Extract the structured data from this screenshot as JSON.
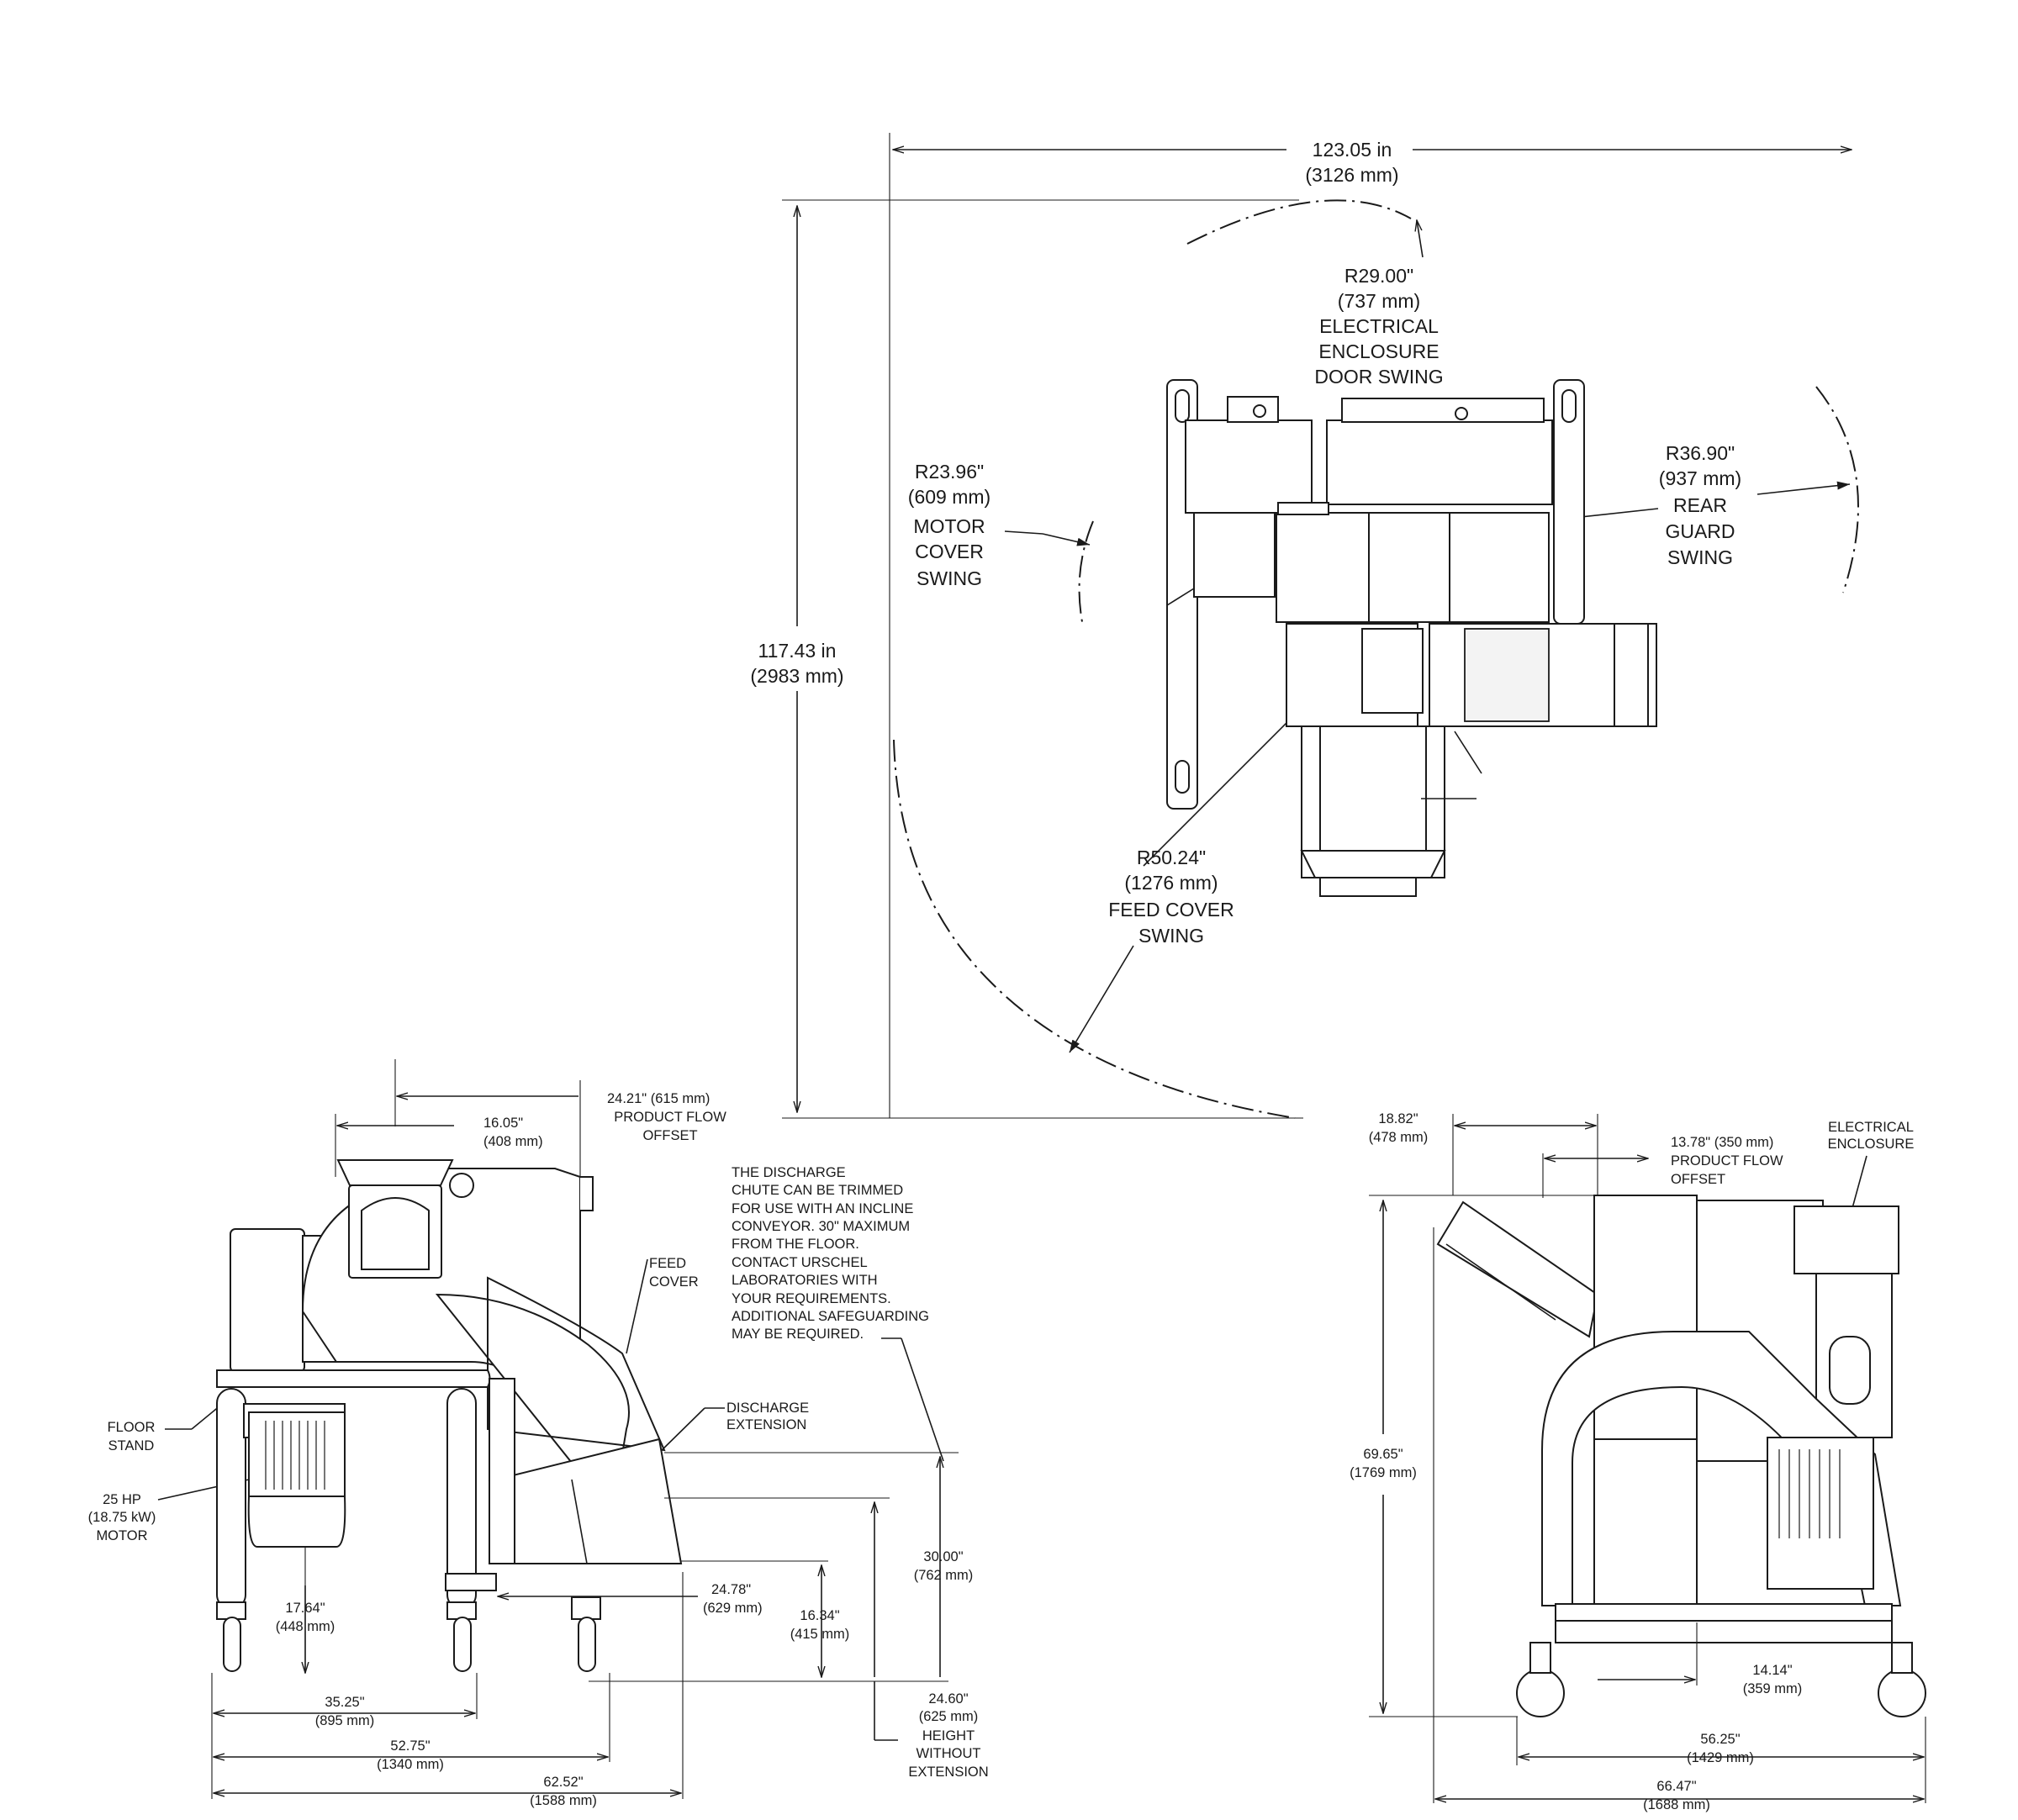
{
  "top_view": {
    "overall_width": [
      "123.05 in",
      "(3126 mm)"
    ],
    "overall_depth": [
      "117.43 in",
      "(2983 mm)"
    ],
    "electrical_door_swing": [
      "R29.00\"",
      "(737 mm)",
      "ELECTRICAL",
      "ENCLOSURE",
      "DOOR SWING"
    ],
    "motor_cover_swing": [
      "R23.96\"",
      "(609 mm)",
      "MOTOR",
      "COVER",
      "SWING"
    ],
    "rear_guard_swing": [
      "R36.90\"",
      "(937 mm)",
      "REAR",
      "GUARD",
      "SWING"
    ],
    "feed_cover_swing": [
      "R50.24\"",
      "(1276 mm)",
      "FEED COVER",
      "SWING"
    ]
  },
  "side_view": {
    "product_flow_offset": [
      "24.21\" (615 mm)",
      "PRODUCT FLOW",
      "OFFSET"
    ],
    "hopper_offset": [
      "16.05\"",
      "(408 mm)"
    ],
    "discharge_note": [
      "THE DISCHARGE",
      "CHUTE CAN BE TRIMMED",
      "FOR USE WITH AN INCLINE",
      "CONVEYOR. 30\" MAXIMUM",
      "FROM THE FLOOR.",
      "CONTACT URSCHEL",
      "LABORATORIES WITH",
      "YOUR REQUIREMENTS.",
      "ADDITIONAL SAFEGUARDING",
      "MAY BE REQUIRED."
    ],
    "feed_cover": [
      "FEED",
      "COVER"
    ],
    "discharge_extension": [
      "DISCHARGE",
      "EXTENSION"
    ],
    "floor_stand": [
      "FLOOR",
      "STAND"
    ],
    "motor": [
      "25 HP",
      "(18.75 kW)",
      "MOTOR"
    ],
    "dim_17_64": [
      "17.64\"",
      "(448 mm)"
    ],
    "dim_24_78": [
      "24.78\"",
      "(629 mm)"
    ],
    "dim_16_34": [
      "16.34\"",
      "(415 mm)"
    ],
    "dim_30_00": [
      "30.00\"",
      "(762 mm)"
    ],
    "dim_24_60": [
      "24.60\"",
      "(625 mm)",
      "HEIGHT",
      "WITHOUT",
      "EXTENSION"
    ],
    "dim_35_25": [
      "35.25\"",
      "(895 mm)"
    ],
    "dim_52_75": [
      "52.75\"",
      "(1340 mm)"
    ],
    "dim_62_52": [
      "62.52\"",
      "(1588 mm)"
    ]
  },
  "end_view": {
    "dim_18_82": [
      "18.82\"",
      "(478 mm)"
    ],
    "product_flow_offset": [
      "13.78\" (350 mm)",
      "PRODUCT FLOW",
      "OFFSET"
    ],
    "electrical_enclosure": [
      "ELECTRICAL",
      "ENCLOSURE"
    ],
    "dim_69_65": [
      "69.65\"",
      "(1769 mm)"
    ],
    "dim_14_14": [
      "14.14\"",
      "(359 mm)"
    ],
    "dim_56_25": [
      "56.25\"",
      "(1429 mm)"
    ],
    "dim_66_47": [
      "66.47\"",
      "(1688 mm)"
    ]
  }
}
